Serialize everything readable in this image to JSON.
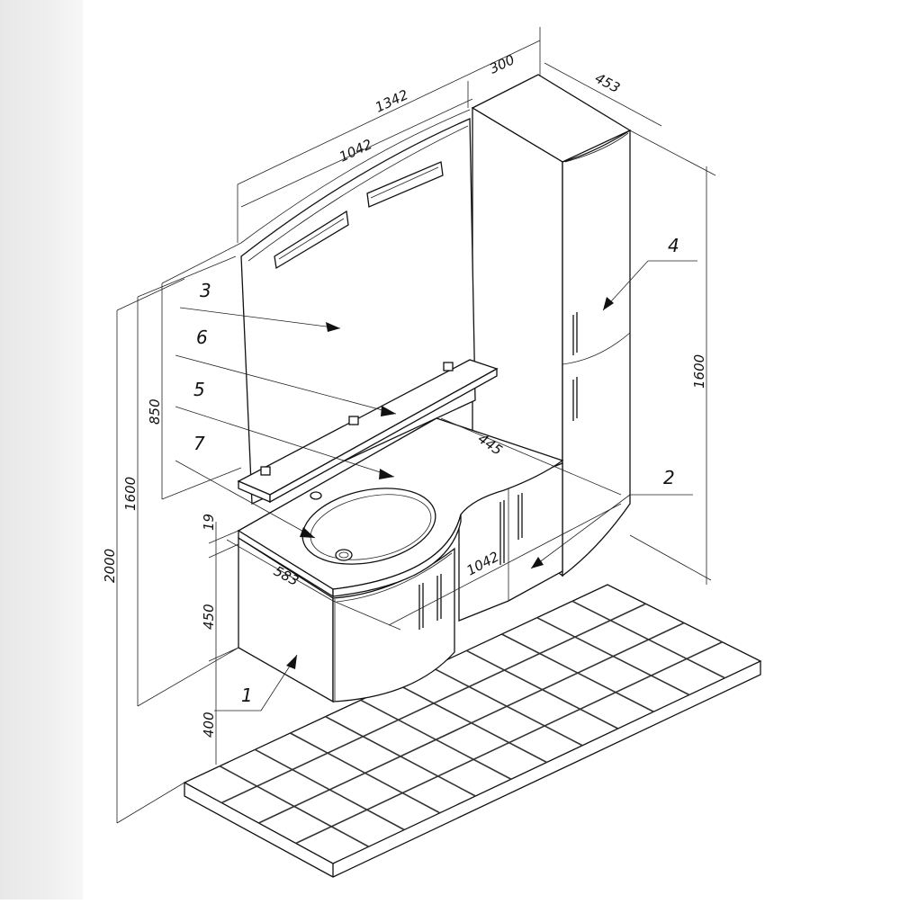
{
  "dimensions": {
    "top_total_width": "1342",
    "column_depth": "300",
    "column_width": "453",
    "mirror_width": "1042",
    "column_height": "1600",
    "counter_depth": "445",
    "counter_length": "1042",
    "basin_depth": "583",
    "mirror_height": "850",
    "mount_height": "1600",
    "total_height": "2000",
    "worktop_thickness": "19",
    "cabinet_height": "450",
    "leg_height": "400"
  },
  "callouts": {
    "vanity_cabinet": "1",
    "side_cabinet": "2",
    "mirror": "3",
    "tall_column": "4",
    "washbasin": "5",
    "glass_shelf": "6",
    "drain": "7"
  }
}
